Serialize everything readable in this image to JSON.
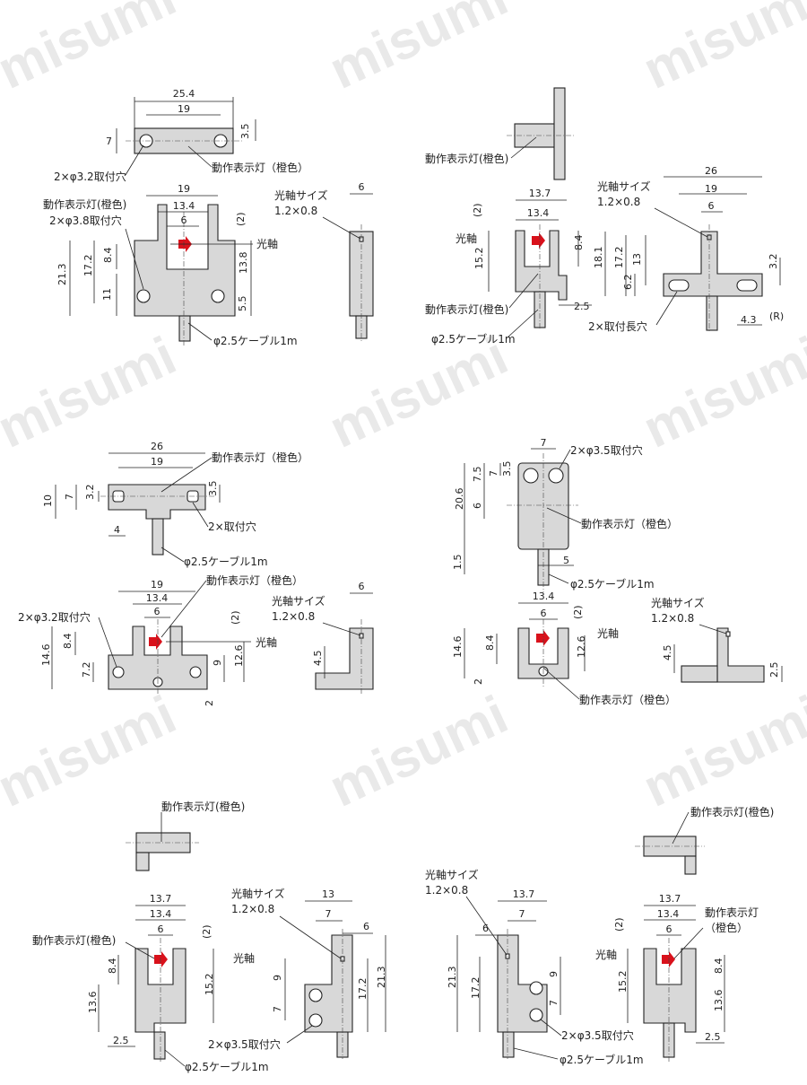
{
  "watermark": "misumi",
  "colors": {
    "indicator": "#d9111b",
    "body": "#d8d8d8",
    "line": "#222222"
  },
  "labels": {
    "led": "動作表示灯（橙色）",
    "led_b": "動作表示灯(橙色)",
    "led_c": "動作表示灯（橙色",
    "led_c2": "動作表示灯",
    "led_c3": "（橙色）",
    "axis": "光軸",
    "axis_size": "光軸サイズ",
    "axis_size_val": "1.2×0.8",
    "cable": "φ2.5ケーブル1m",
    "holes_32": "2×φ3.2取付穴",
    "holes_38": "2×φ3.8取付穴",
    "holes_35": "2×φ3.5取付穴",
    "holes_35b": "2×φ3.5取付穴",
    "slot_holes": "2×取付長穴",
    "holes_plain": "2×取付穴",
    "r": "(R)",
    "paren2": "(2)"
  },
  "dims": {
    "d25_4": "25.4",
    "d19": "19",
    "d7": "7",
    "d3_5": "3.5",
    "d13_4": "13.4",
    "d6": "6",
    "d21_3": "21.3",
    "d17_2": "17.2",
    "d8_4": "8.4",
    "d11": "11",
    "d13_8": "13.8",
    "d5_5": "5.5",
    "d26": "26",
    "d13_7": "13.7",
    "d15_2": "15.2",
    "d18_1": "18.1",
    "d13": "13",
    "d6_2": "6.2",
    "d3_2": "3.2",
    "d4_3": "4.3",
    "d2_5": "2.5",
    "d10": "10",
    "d4": "4",
    "d14_6": "14.6",
    "d7_2": "7.2",
    "d9": "9",
    "d12_6": "12.6",
    "d2": "2",
    "d4_5": "4.5",
    "d20_6": "20.6",
    "d7_5": "7.5",
    "d1_5": "1.5",
    "d5": "5",
    "d13_6": "13.6"
  }
}
